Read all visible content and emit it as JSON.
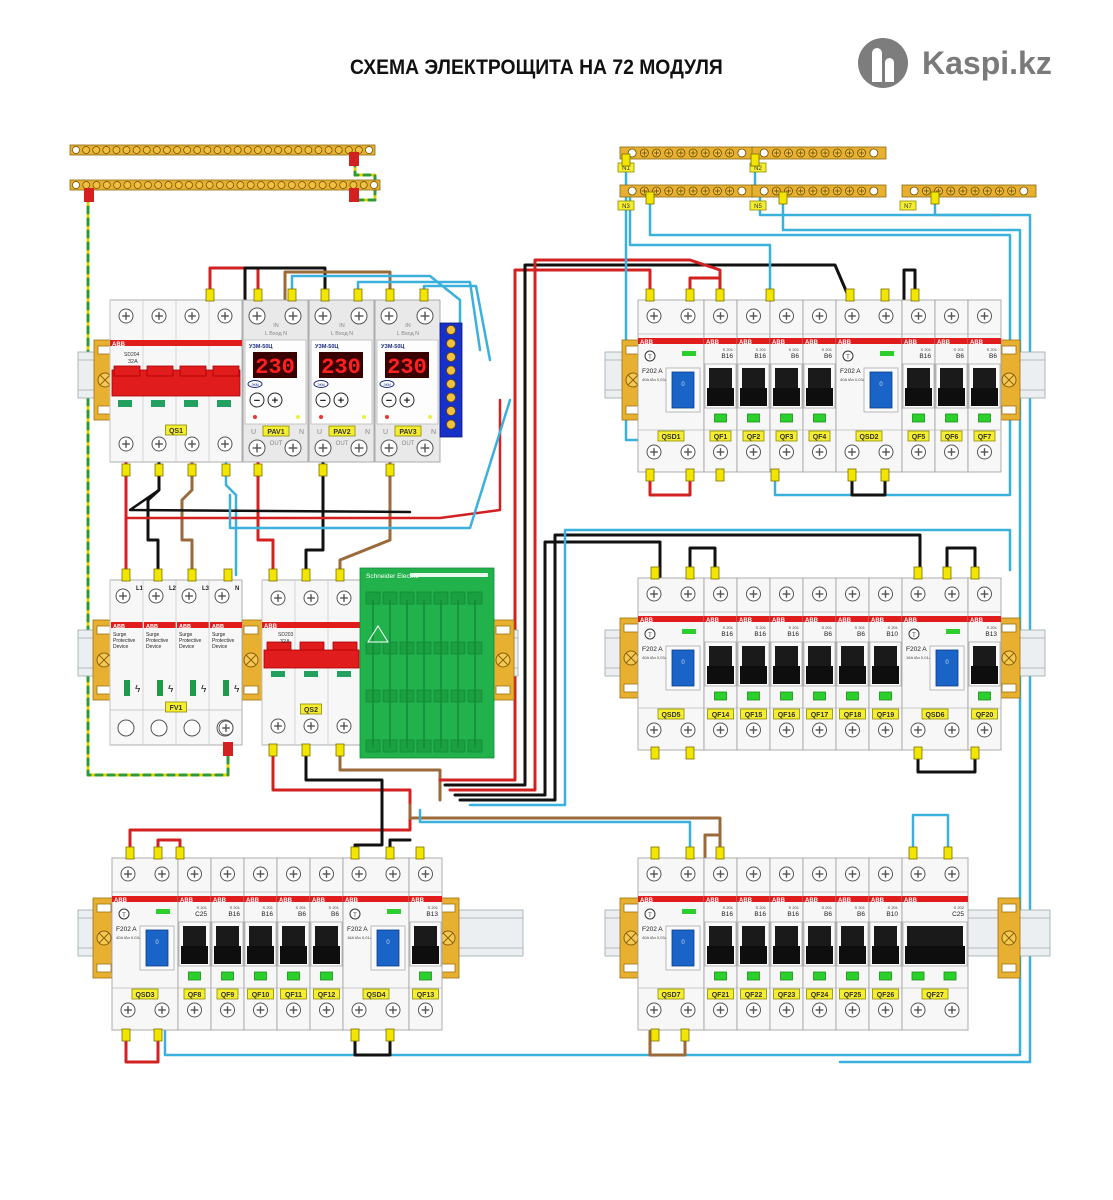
{
  "header": {
    "title": "СХЕМА ЭЛЕКТРОЩИТА НА 72 МОДУЛЯ",
    "logo_text": "Kaspi.kz",
    "logo_icon": "kaspi-people-icon"
  },
  "colors": {
    "phase_red": "#d32020",
    "phase_black": "#111111",
    "phase_brown": "#9a6a3a",
    "neutral_blue": "#3ab0dc",
    "earth_yellow_green": "#e6d400",
    "busbar_orange": "#e8b030",
    "abb_red": "#e01c1c",
    "display_red": "#ff2020",
    "rcd_blue": "#1a64c8",
    "breaker_black": "#1a1a1a",
    "schneider_green": "#22b24c",
    "terminal_blue": "#1630c8",
    "label_yellow": "#f5ee30"
  },
  "busbars": {
    "earth_top": {
      "label": ""
    },
    "earth_bottom": {
      "label": ""
    },
    "neutral": [
      {
        "label": "N1"
      },
      {
        "label": "N2"
      },
      {
        "label": "N3"
      },
      {
        "label": "N5"
      },
      {
        "label": "N7"
      }
    ]
  },
  "row1_left": {
    "main_switch": {
      "brand": "ABB",
      "model": "SD204",
      "rating": "32A",
      "label": "QS1"
    },
    "relays": [
      {
        "model": "УЗМ-50Ц",
        "display": "230",
        "in_label": "IN",
        "in_sub": "L  Вход  N",
        "out_label": "OUT",
        "label": "PAV1"
      },
      {
        "model": "УЗМ-50Ц",
        "display": "230",
        "in_label": "IN",
        "in_sub": "L  Вход  N",
        "out_label": "OUT",
        "label": "PAV2"
      },
      {
        "model": "УЗМ-50Ц",
        "display": "230",
        "in_label": "IN",
        "in_sub": "L  Вход  N",
        "out_label": "OUT",
        "label": "PAV3"
      }
    ],
    "relay_buttons": {
      "minus": "−",
      "plus": "+",
      "badge": "ЭКМ"
    }
  },
  "row2_left": {
    "spd": {
      "label": "FV1",
      "poles": [
        {
          "terminal": "L1",
          "brand": "ABB",
          "text": "Surge Protective Device"
        },
        {
          "terminal": "L2",
          "brand": "ABB",
          "text": "Surge Protective Device"
        },
        {
          "terminal": "L3",
          "brand": "ABB",
          "text": "Surge Protective Device"
        },
        {
          "terminal": "N",
          "brand": "ABB",
          "text": "Surge Protective Device"
        }
      ]
    },
    "switch": {
      "brand": "ABB",
      "model": "SD203",
      "rating": "32A",
      "label": "QS2"
    },
    "distribution_block": {
      "brand": "Schneider Electric"
    }
  },
  "panel_top_right": {
    "modules": [
      {
        "type": "rcd",
        "model": "F202 A",
        "spec": "40A I∆n 0,03A",
        "label": "QSD1"
      },
      {
        "type": "mcb",
        "model": "S 201",
        "rating": "B16",
        "label": "QF1"
      },
      {
        "type": "mcb",
        "model": "S 201",
        "rating": "B16",
        "label": "QF2"
      },
      {
        "type": "mcb",
        "model": "S 201",
        "rating": "B6",
        "label": "QF3"
      },
      {
        "type": "mcb",
        "model": "S 201",
        "rating": "B6",
        "label": "QF4"
      },
      {
        "type": "rcd",
        "model": "F202 A",
        "spec": "40A I∆n 0,03A",
        "label": "QSD2"
      },
      {
        "type": "mcb",
        "model": "S 201",
        "rating": "B16",
        "label": "QF5"
      },
      {
        "type": "mcb",
        "model": "S 201",
        "rating": "B6",
        "label": "QF6"
      },
      {
        "type": "mcb",
        "model": "S 201",
        "rating": "B6",
        "label": "QF7"
      }
    ]
  },
  "panel_mid_right": {
    "modules": [
      {
        "type": "rcd",
        "model": "F202 A",
        "spec": "40A I∆n 0,03A",
        "label": "QSD5"
      },
      {
        "type": "mcb",
        "model": "S 201",
        "rating": "B16",
        "label": "QF14"
      },
      {
        "type": "mcb",
        "model": "S 201",
        "rating": "B16",
        "label": "QF15"
      },
      {
        "type": "mcb",
        "model": "S 201",
        "rating": "B16",
        "label": "QF16"
      },
      {
        "type": "mcb",
        "model": "S 201",
        "rating": "B6",
        "label": "QF17"
      },
      {
        "type": "mcb",
        "model": "S 201",
        "rating": "B6",
        "label": "QF18"
      },
      {
        "type": "mcb",
        "model": "S 201",
        "rating": "B10",
        "label": "QF19"
      },
      {
        "type": "rcd",
        "model": "F202 A",
        "spec": "16A I∆n 0,01A",
        "label": "QSD6"
      },
      {
        "type": "mcb",
        "model": "S 201",
        "rating": "B13",
        "label": "QF20"
      }
    ]
  },
  "panel_bottom_left": {
    "modules": [
      {
        "type": "rcd",
        "model": "F202 A",
        "spec": "40A I∆n 0,03A",
        "label": "QSD3"
      },
      {
        "type": "mcb",
        "model": "S 201",
        "rating": "C25",
        "label": "QF8"
      },
      {
        "type": "mcb",
        "model": "S 201",
        "rating": "B16",
        "label": "QF9"
      },
      {
        "type": "mcb",
        "model": "S 201",
        "rating": "B16",
        "label": "QF10"
      },
      {
        "type": "mcb",
        "model": "S 201",
        "rating": "B6",
        "label": "QF11"
      },
      {
        "type": "mcb",
        "model": "S 201",
        "rating": "B6",
        "label": "QF12"
      },
      {
        "type": "rcd",
        "model": "F202 A",
        "spec": "16A I∆n 0,01A",
        "label": "QSD4"
      },
      {
        "type": "mcb",
        "model": "S 201",
        "rating": "B13",
        "label": "QF13"
      }
    ]
  },
  "panel_bottom_right": {
    "modules": [
      {
        "type": "rcd",
        "model": "F202 A",
        "spec": "40A I∆n 0,03A",
        "label": "QSD7"
      },
      {
        "type": "mcb",
        "model": "S 201",
        "rating": "B16",
        "label": "QF21"
      },
      {
        "type": "mcb",
        "model": "S 201",
        "rating": "B16",
        "label": "QF22"
      },
      {
        "type": "mcb",
        "model": "S 201",
        "rating": "B16",
        "label": "QF23"
      },
      {
        "type": "mcb",
        "model": "S 201",
        "rating": "B6",
        "label": "QF24"
      },
      {
        "type": "mcb",
        "model": "S 201",
        "rating": "B6",
        "label": "QF25"
      },
      {
        "type": "mcb",
        "model": "S 201",
        "rating": "B10",
        "label": "QF26"
      },
      {
        "type": "mcb2",
        "model": "S 202",
        "rating": "C25",
        "label": "QF27"
      }
    ]
  },
  "brand_abb": "ABB"
}
